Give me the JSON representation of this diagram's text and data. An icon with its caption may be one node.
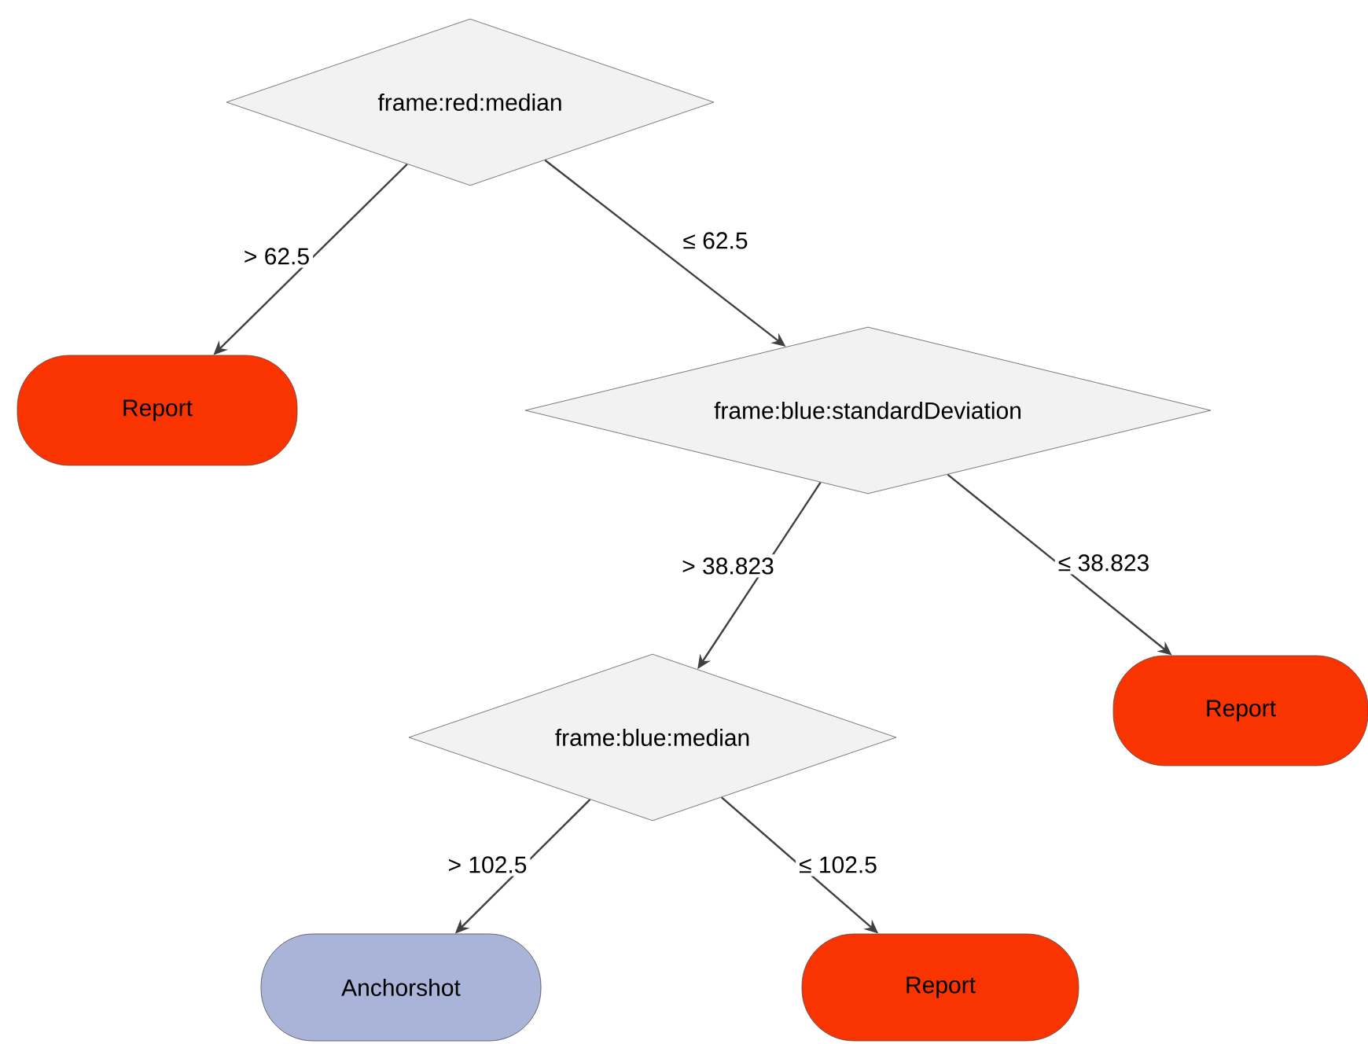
{
  "diagram": {
    "nodes": [
      {
        "text": [
          "frame:red:median"
        ]
      },
      {
        "text": [
          "Report"
        ]
      },
      {
        "text": [
          "frame:blue:standardDeviation"
        ]
      },
      {
        "text": [
          "frame:blue:median"
        ]
      },
      {
        "text": [
          "Report"
        ]
      },
      {
        "text": [
          "Anchorshot"
        ]
      },
      {
        "text": [
          "Report"
        ]
      }
    ],
    "edges": [
      {
        "from": 0,
        "to": 1,
        "arrow": "to",
        "label": "> 62.5"
      },
      {
        "from": 0,
        "to": 2,
        "arrow": "to",
        "label": "≤ 62.5"
      },
      {
        "from": 2,
        "to": 3,
        "arrow": "to",
        "label": "> 38.823"
      },
      {
        "from": 2,
        "to": 4,
        "arrow": "to",
        "label": "≤ 38.823"
      },
      {
        "from": 3,
        "to": 5,
        "arrow": "to",
        "label": "> 102.5"
      },
      {
        "from": 3,
        "to": 6,
        "arrow": "to",
        "label": "≤ 102.5"
      }
    ]
  }
}
